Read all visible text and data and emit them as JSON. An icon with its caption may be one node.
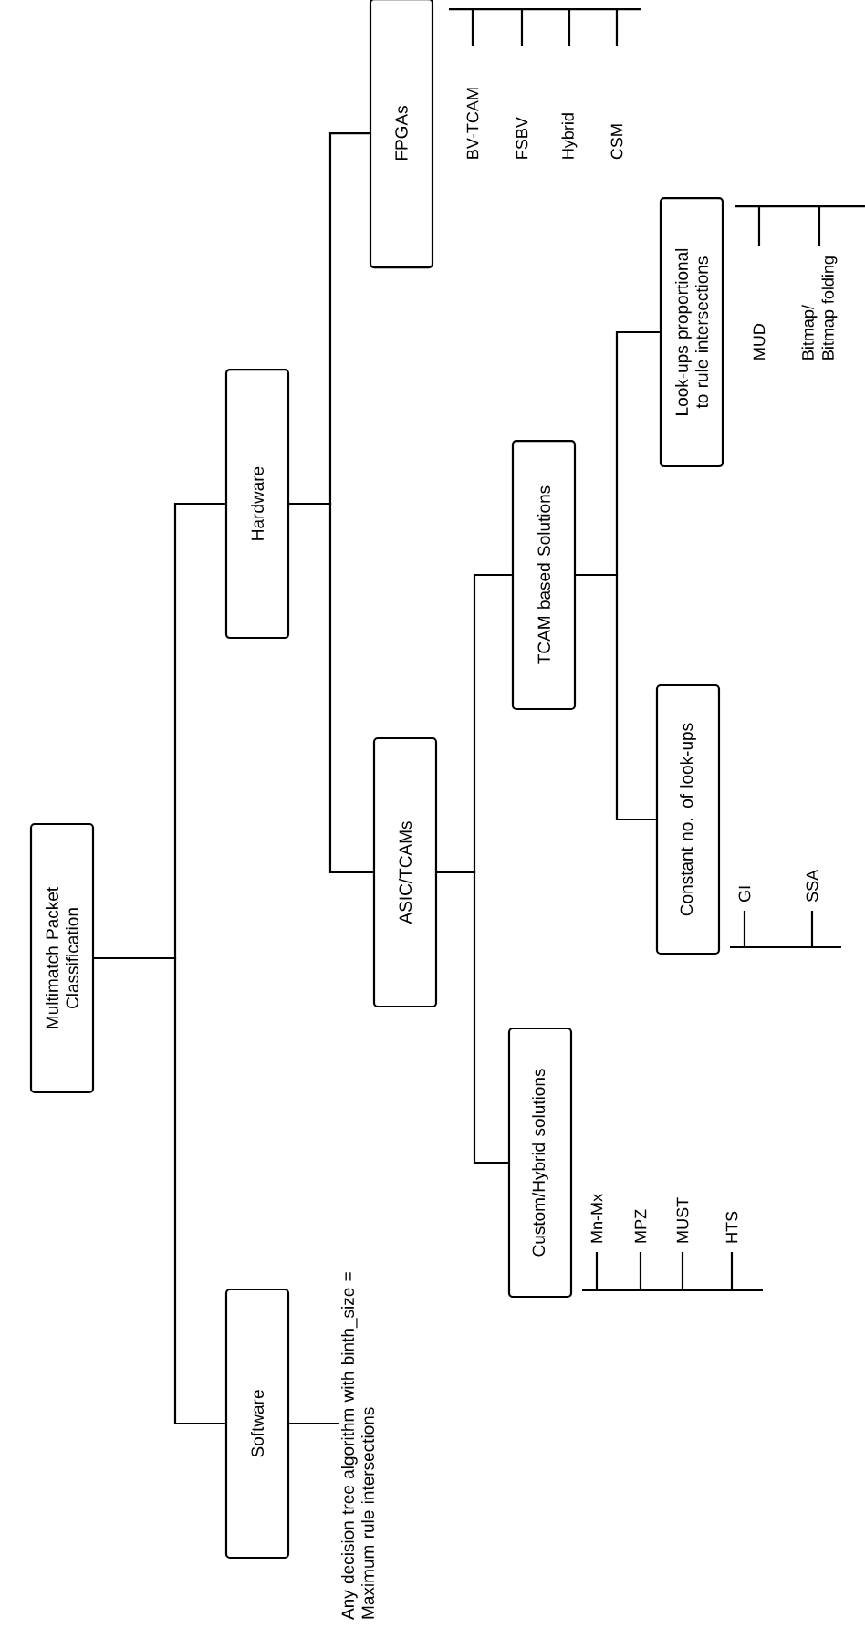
{
  "diagram": {
    "nodes": [
      {
        "text": [
          "Multimatch Packet Classification"
        ]
      },
      {
        "text": [
          "Hardware"
        ]
      },
      {
        "text": [
          "Software"
        ]
      },
      {
        "text": [
          "FPGAs"
        ]
      },
      {
        "text": [
          "ASIC/TCAMs"
        ]
      },
      {
        "text": [
          "TCAM based Solutions"
        ]
      },
      {
        "text": [
          "Custom/Hybrid solutions"
        ]
      },
      {
        "text": [
          "Look-ups proportional to rule intersections"
        ]
      },
      {
        "text": [
          "Constant no. of look-ups"
        ]
      },
      {
        "text": [
          "Any decision tree algorithm with binth_size = Maximum rule intersections"
        ]
      }
    ],
    "edges": [
      {
        "from": 0,
        "to": 1,
        "arrow": "none"
      },
      {
        "from": 0,
        "to": 2,
        "arrow": "none"
      },
      {
        "from": 1,
        "to": 3,
        "arrow": "none"
      },
      {
        "from": 1,
        "to": 4,
        "arrow": "none"
      },
      {
        "from": 4,
        "to": 5,
        "arrow": "none"
      },
      {
        "from": 4,
        "to": 6,
        "arrow": "none"
      },
      {
        "from": 5,
        "to": 7,
        "arrow": "none"
      },
      {
        "from": 5,
        "to": 8,
        "arrow": "none"
      },
      {
        "from": 2,
        "to": 9,
        "arrow": "none"
      }
    ],
    "labels": [
      "BV-TCAM",
      "FSBV",
      "Hybrid",
      "CSM",
      "MUD",
      "Bitmap/ Bitmap folding",
      "GI",
      "SSA",
      "Mn-Mx",
      "MPZ",
      "MUST",
      "HTS"
    ]
  }
}
